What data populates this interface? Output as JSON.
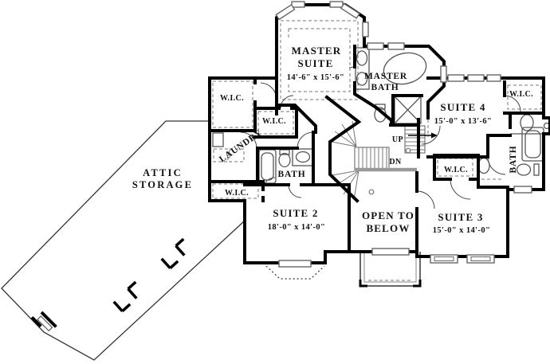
{
  "plan": {
    "type": "second-floor-plan",
    "wall_color": "#000000",
    "fixture_color": "#555555",
    "rail_color": "#999999",
    "labels": {
      "master_suite_1": "MASTER",
      "master_suite_2": "SUITE",
      "master_suite_dims": "14'-6\" x 15'-6\"",
      "master_bath_1": "MASTER",
      "master_bath_2": "BATH",
      "suite4": "SUITE 4",
      "suite4_dims": "15'-0\" x 13'-6\"",
      "suite3": "SUITE 3",
      "suite3_dims": "15'-0\" x 14'-0\"",
      "suite2": "SUITE 2",
      "suite2_dims": "18'-0\" x 14'-0\"",
      "open_below_1": "OPEN TO",
      "open_below_2": "BELOW",
      "attic_1": "ATTIC",
      "attic_2": "STORAGE",
      "laundry": "LAUNDRY",
      "wic": "W.I.C.",
      "bath": "BATH",
      "up": "UP",
      "dn": "DN"
    }
  }
}
